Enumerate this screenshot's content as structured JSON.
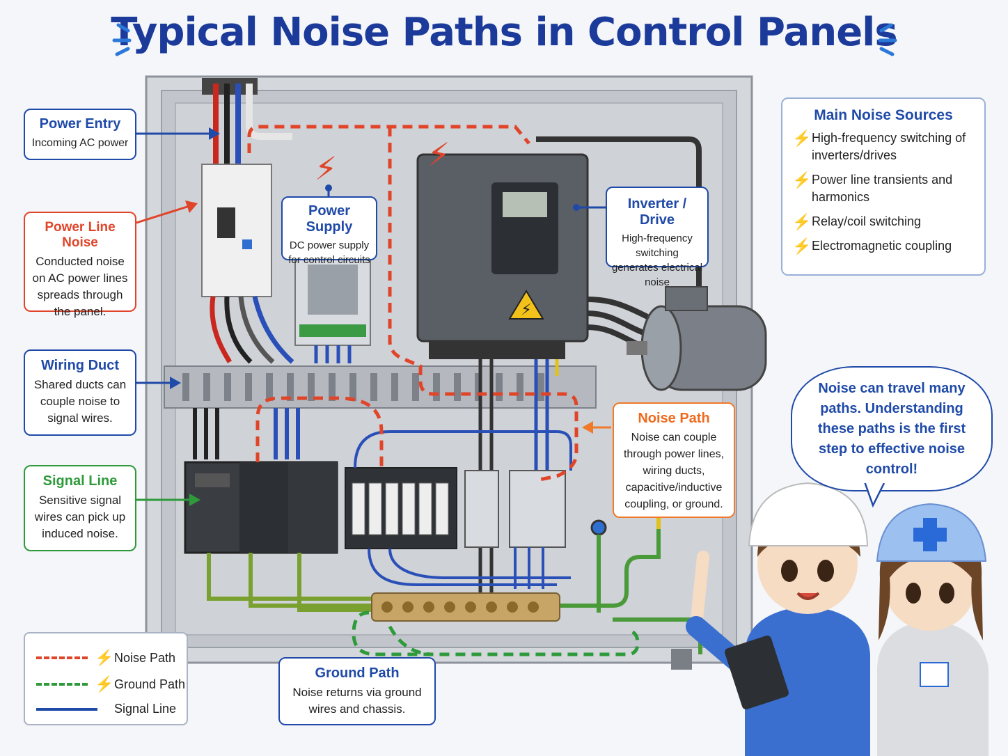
{
  "title": "Typical Noise Paths in Control Panels",
  "callouts": {
    "power_entry": {
      "heading": "Power Entry",
      "body": "Incoming AC power"
    },
    "power_line_noise": {
      "heading": "Power Line Noise",
      "body": "Conducted noise on AC power lines spreads through the panel."
    },
    "power_supply": {
      "heading": "Power Supply",
      "body": "DC power supply for control circuits"
    },
    "inverter": {
      "heading": "Inverter / Drive",
      "body": "High-frequency switching generates electrical noise"
    },
    "wiring_duct": {
      "heading": "Wiring Duct",
      "body": "Shared ducts can couple noise to signal wires."
    },
    "signal_line": {
      "heading": "Signal Line",
      "body": "Sensitive signal wires can pick up induced noise."
    },
    "noise_path": {
      "heading": "Noise Path",
      "body": "Noise can couple through power lines, wiring ducts, capacitive/inductive coupling, or ground."
    },
    "ground_path": {
      "heading": "Ground Path",
      "body": "Noise returns via ground wires and chassis."
    }
  },
  "sources": {
    "heading": "Main Noise Sources",
    "items": [
      "High-frequency switching of inverters/drives",
      "Power line transients and harmonics",
      "Relay/coil switching",
      "Electromagnetic coupling"
    ]
  },
  "bubble": "Noise can travel many paths. Understanding these paths is the first step to effective noise control!",
  "legend": {
    "noise": "Noise Path",
    "ground": "Ground Path",
    "signal": "Signal Line"
  },
  "colors": {
    "noise": "#e0452a",
    "ground": "#2e9a3a",
    "signal": "#1f4aa8",
    "panel": "#c9ccd2"
  },
  "icons": [
    "lightning-icon",
    "warning-icon",
    "pointer-arrow-icon"
  ]
}
